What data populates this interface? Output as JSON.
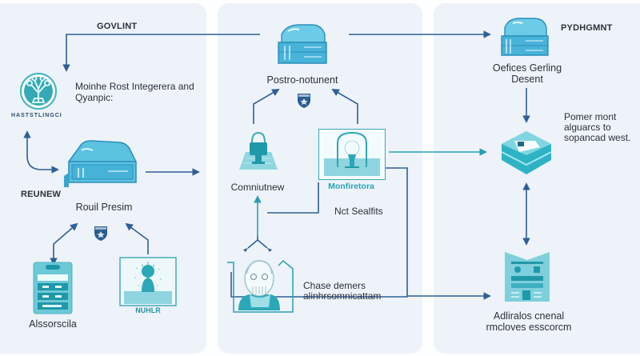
{
  "diagram": {
    "colors": {
      "panel_bg": "#edf3f9",
      "connector": "#2f5f96",
      "teal": "#35b6c6",
      "teal_dark": "#1d8fa3"
    },
    "panels": [
      {
        "id": "left",
        "labels": {
          "top_caption": "GOVLINT",
          "logo_text": "Moinhe Rost Integerera and Qyanpic:",
          "logo_badge": "HASTSTLINGCI",
          "side_caption": "REUNEW",
          "server_label": "Rouil Presim",
          "doc_label": "Alssorscila",
          "monitor_label": "NUHLR"
        }
      },
      {
        "id": "middle",
        "labels": {
          "server_label": "Postro-notunent",
          "lock_label": "Comniutnew",
          "lamp_label": "Monfiretora",
          "note": "Nct Sealfits",
          "person_label": "Chase demers alinhrsomnicattam"
        }
      },
      {
        "id": "right",
        "labels": {
          "top_caption": "PYDHGMNT",
          "server_label": "Oefices Gerling Desent",
          "note": "Pomer mont alguarcs to sopancad west.",
          "report_label": "Adliralos cnenal rmcloves esscorcm"
        }
      }
    ]
  }
}
